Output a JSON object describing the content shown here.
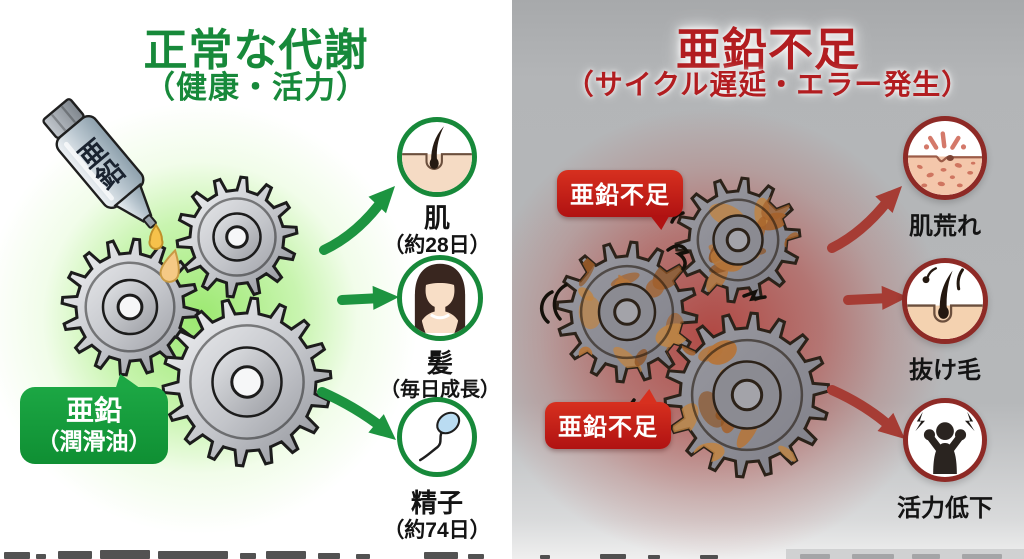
{
  "left_panel": {
    "title": "正常な代謝",
    "subtitle": "（健康・活力）",
    "bottle_label": "亜鉛",
    "zinc_bubble": {
      "line1": "亜鉛",
      "line2": "（潤滑油）"
    },
    "outcomes": [
      {
        "icon": "hair-follicle-skin-icon",
        "label": "肌",
        "sublabel": "（約28日）"
      },
      {
        "icon": "woman-hair-icon",
        "label": "髪",
        "sublabel": "（毎日成長）"
      },
      {
        "icon": "sperm-icon",
        "label": "精子",
        "sublabel": "（約74日）"
      }
    ],
    "colors": {
      "accent": "#17893a",
      "arrow": "#1d9440",
      "glow": "#9fe27d",
      "bubble_bg": "#0f8f33"
    }
  },
  "right_panel": {
    "title": "亜鉛不足",
    "subtitle": "（サイクル遅延・エラー発生）",
    "deficiency_labels": [
      "亜鉛不足",
      "亜鉛不足"
    ],
    "outcomes": [
      {
        "icon": "rough-skin-icon",
        "label": "肌荒れ"
      },
      {
        "icon": "hair-loss-icon",
        "label": "抜け毛"
      },
      {
        "icon": "low-vitality-icon",
        "label": "活力低下"
      }
    ],
    "colors": {
      "accent": "#b21d20",
      "arrow": "#a63c34",
      "glow": "#a43b37",
      "ring": "#8e2a26",
      "bubble_dark": "#b01212",
      "bubble_light": "#d7301f",
      "panel_bg": "#b4b6b8"
    }
  }
}
